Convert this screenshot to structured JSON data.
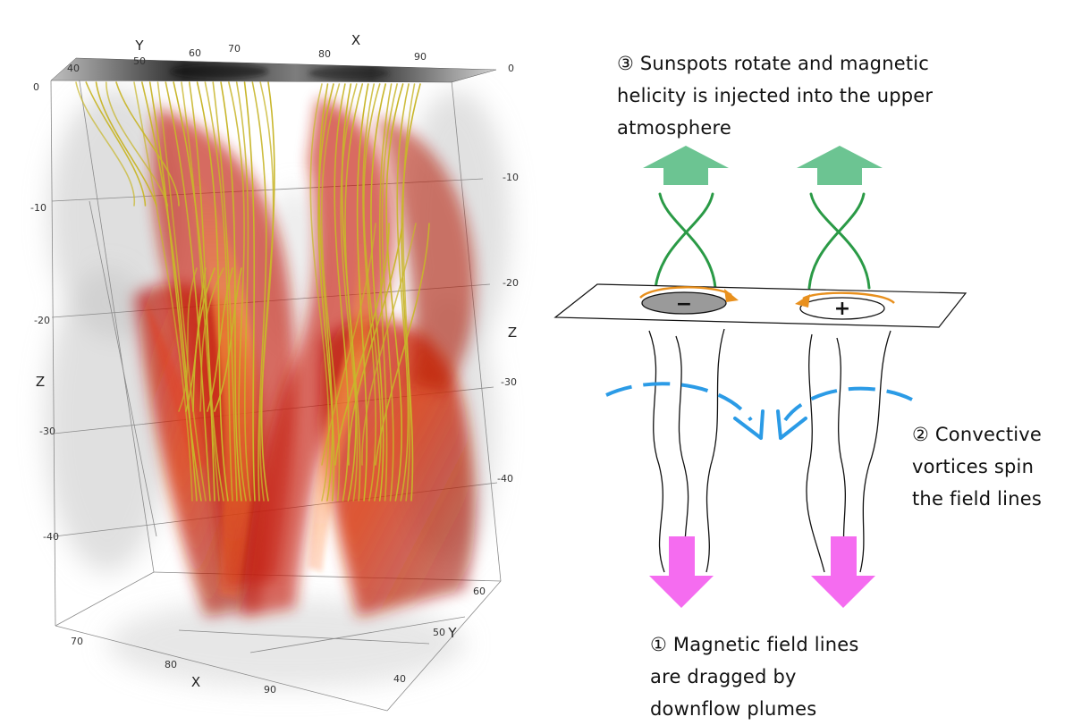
{
  "simulation": {
    "axis_names": {
      "x_top": "X",
      "y_top": "Y",
      "z_left": "Z",
      "z_right": "Z",
      "x_bottom": "X",
      "y_bottom": "Y"
    },
    "ticks": {
      "top_y": [
        "40",
        "50",
        "60"
      ],
      "top_x": [
        "70",
        "80",
        "90"
      ],
      "left_z": [
        "0",
        "-10",
        "-20",
        "-30",
        "-40"
      ],
      "right_z": [
        "0",
        "-10",
        "-20",
        "-30",
        "-40"
      ],
      "bottom_x": [
        "70",
        "80",
        "90"
      ],
      "bottom_y": [
        "60",
        "50",
        "40"
      ]
    }
  },
  "schematic": {
    "steps": {
      "step3": [
        "③ Sunspots rotate and magnetic",
        "helicity is injected into the upper",
        "atmosphere"
      ],
      "step2": [
        "② Convective",
        "vortices spin",
        "the field lines"
      ],
      "step1": [
        "① Magnetic field lines",
        "are dragged by",
        "downflow plumes"
      ]
    },
    "spots": {
      "negative_sign": "−",
      "positive_sign": "+"
    },
    "colors": {
      "up_arrow": "#6cc492",
      "twist_lines": "#2a9a46",
      "rotation_arrow": "#e8901e",
      "vortex_arrow": "#2b9be6",
      "down_arrow": "#f56cf0",
      "negative_spot": "#9a9a9a",
      "field_lines": "#111111"
    }
  }
}
